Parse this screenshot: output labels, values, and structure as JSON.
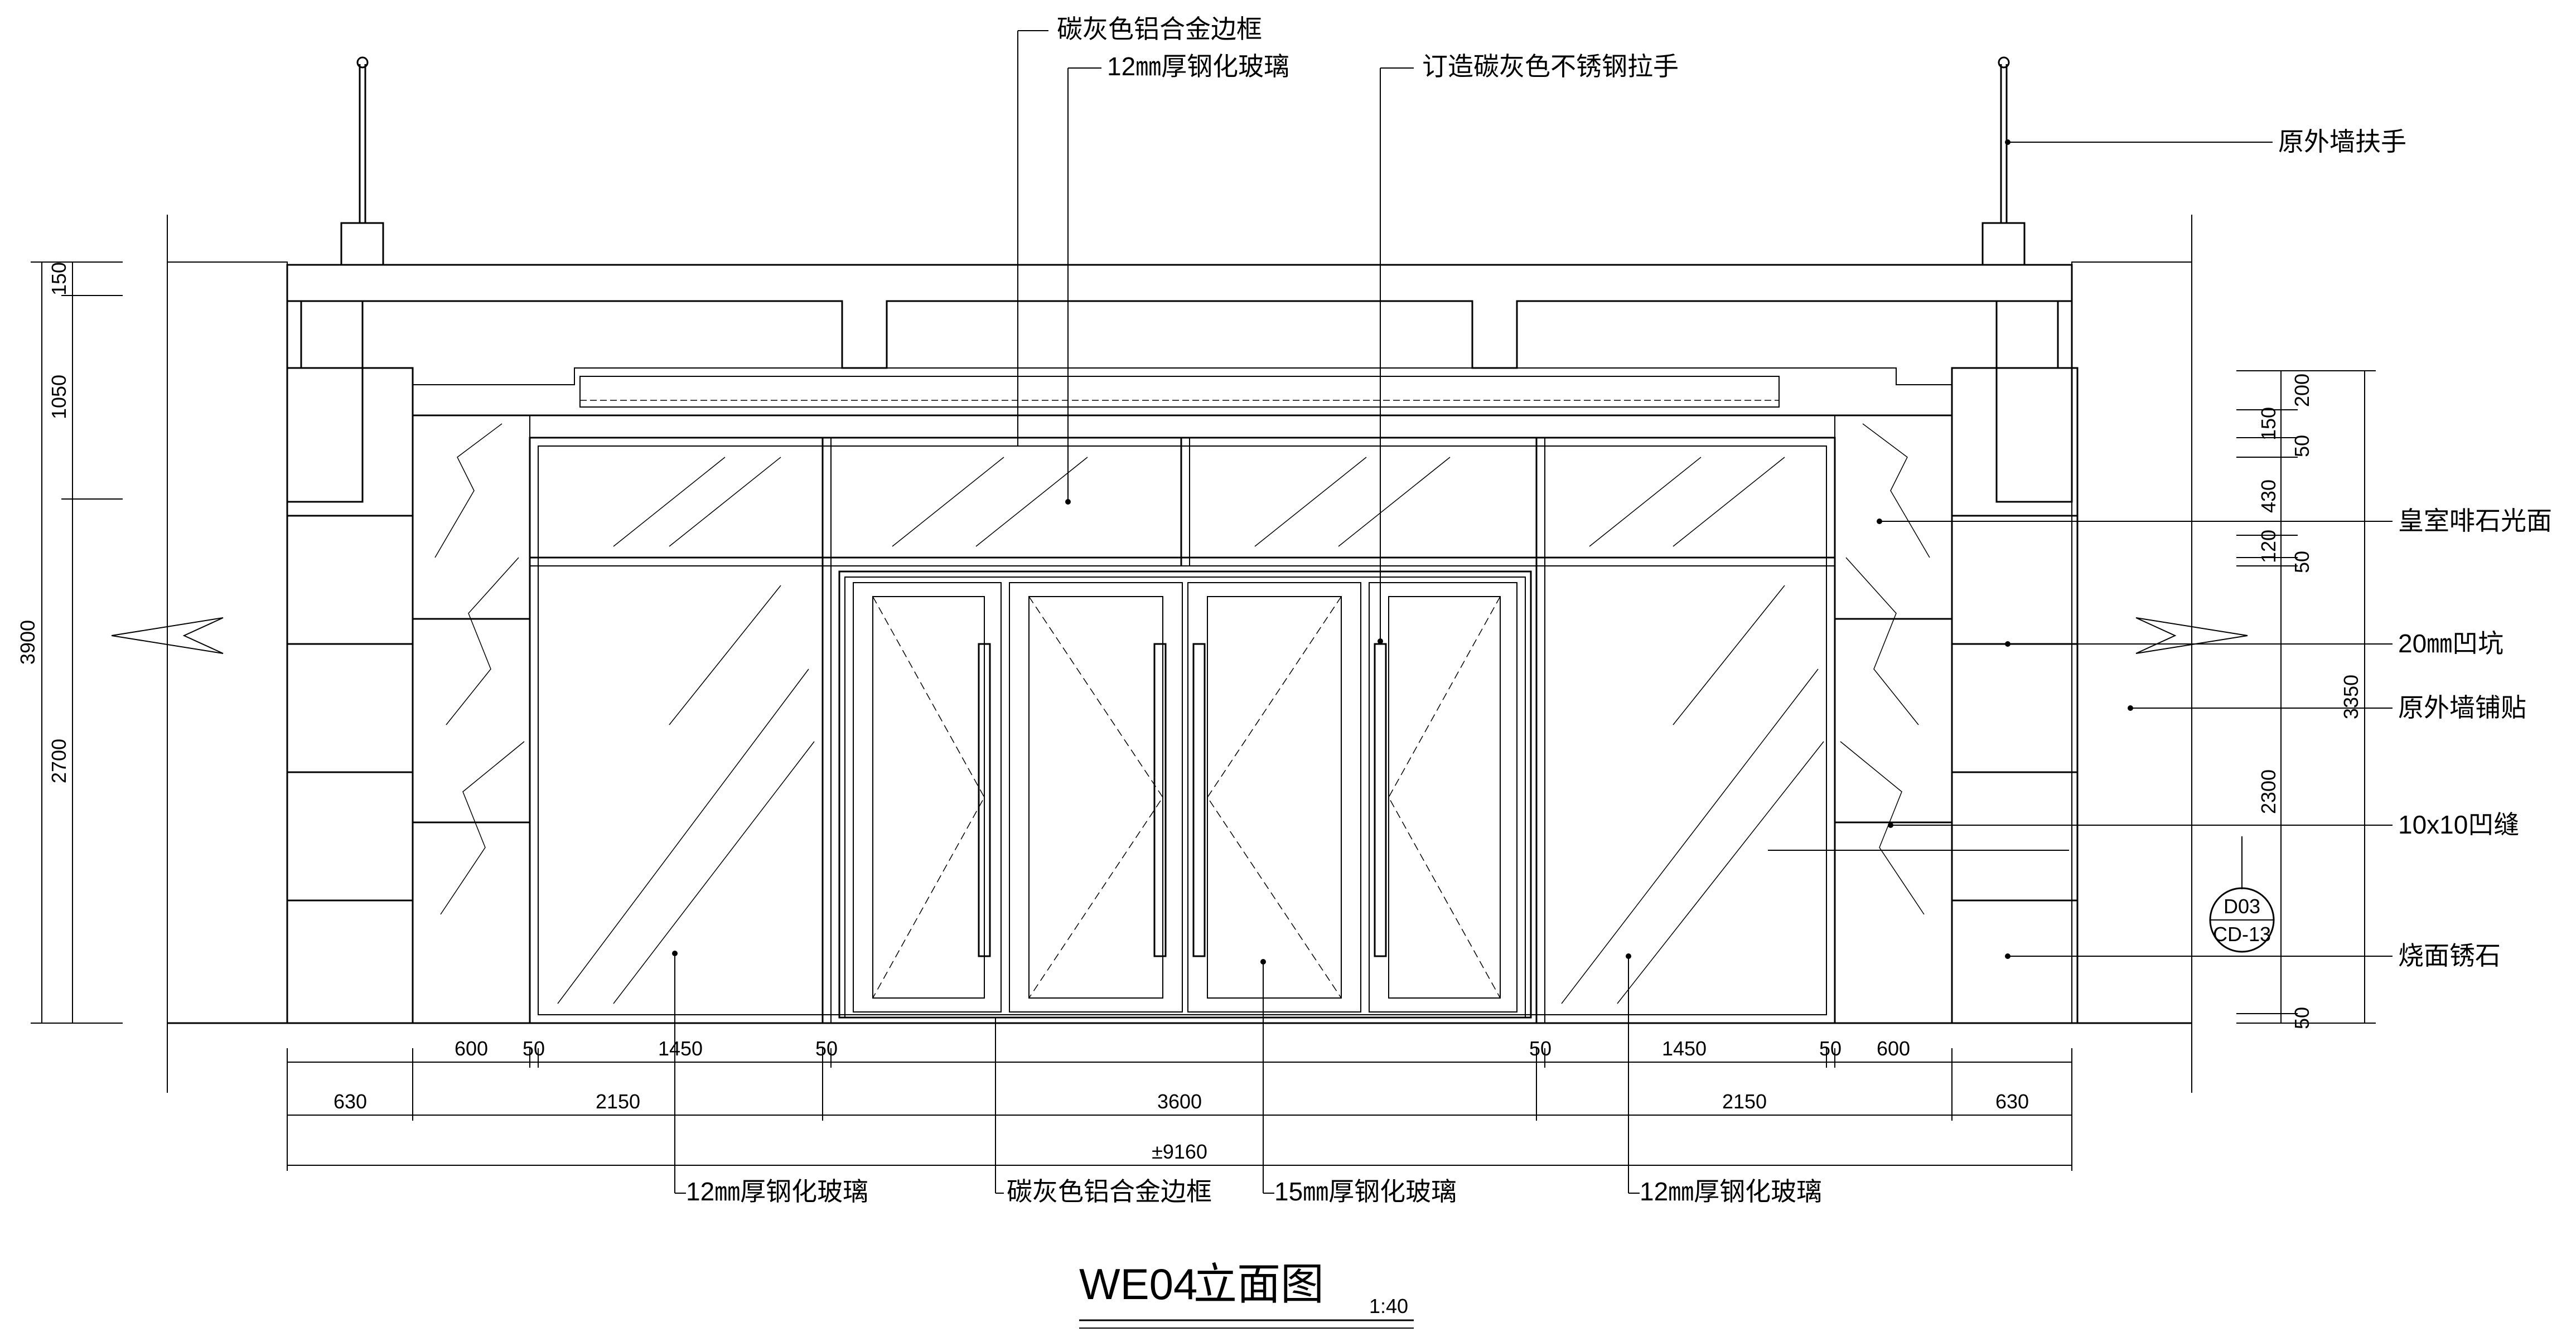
{
  "title": {
    "code": "WE04",
    "name": "立面图",
    "scale": "1:40"
  },
  "labels_top": {
    "frame_top": "碳灰色铝合金边框",
    "glass_top": "12㎜厚钢化玻璃",
    "handle": "订造碳灰色不锈钢拉手"
  },
  "labels_right": {
    "wall_handrail": "原外墙扶手",
    "marble": "皇室啡石光面",
    "groove20": "20㎜凹坑",
    "wall_tile": "原外墙铺贴",
    "groove10": "10x10凹缝",
    "granite": "烧面锈石"
  },
  "labels_bottom": {
    "glass_left": "12㎜厚钢化玻璃",
    "frame_bottom": "碳灰色铝合金边框",
    "glass_center": "15㎜厚钢化玻璃",
    "glass_right": "12㎜厚钢化玻璃"
  },
  "detail_tag": {
    "top": "D03",
    "bottom": "CD-13"
  },
  "dims_left": {
    "d150": "150",
    "d1050": "1050",
    "d3900": "3900",
    "d2700": "2700"
  },
  "dims_right": {
    "d200": "200",
    "d150": "150",
    "d50a": "50",
    "d430": "430",
    "d120": "120",
    "d50b": "50",
    "d3350": "3350",
    "d2300": "2300",
    "d50c": "50"
  },
  "dims_bottom_row1": {
    "a": "600",
    "b": "50",
    "c": "1450",
    "d": "50",
    "e": "50",
    "f": "1450",
    "g": "50",
    "h": "600"
  },
  "dims_bottom_row2": {
    "a": "630",
    "b": "2150",
    "c": "3600",
    "d": "2150",
    "e": "630"
  },
  "dims_bottom_total": "±9160",
  "colors": {
    "line": "#000000",
    "background": "#ffffff"
  }
}
